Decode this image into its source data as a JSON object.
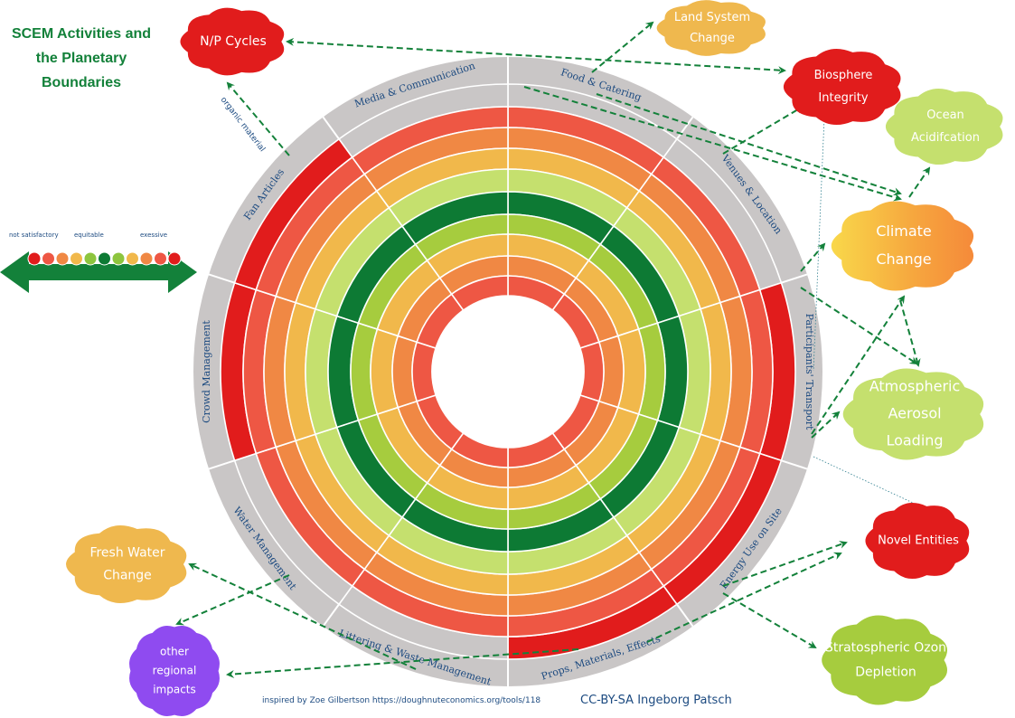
{
  "title_lines": [
    "SCEM Activities and",
    "the Planetary",
    "Boundaries"
  ],
  "legend": {
    "left": "not satisfactory",
    "mid": "equitable",
    "right": "exessive",
    "dots": [
      "#e11c1c",
      "#ee5744",
      "#f08844",
      "#f1b84b",
      "#8dc53e",
      "#0d7a34",
      "#8dc53e",
      "#f1b84b",
      "#f08844",
      "#ee5744",
      "#e11c1c"
    ]
  },
  "colors": {
    "ring_outer_grey": "#c9c6c6",
    "red": "#e11c1c",
    "red_orange": "#ee5744",
    "orange": "#f08844",
    "amber": "#f1b84b",
    "light_green": "#c5e06e",
    "yellow_green": "#a6cc3e",
    "dark_green": "#0d7a34",
    "arrow_green": "#13813a",
    "label_blue": "#1c4a80"
  },
  "ring_palette": [
    "#e11c1c",
    "#ee5744",
    "#f08844",
    "#f1b84b",
    "#c5e06e",
    "#0d7a34",
    "#a6cc3e",
    "#f1b84b",
    "#f08844",
    "#ee5744"
  ],
  "sectors": [
    {
      "label": "Food & Catering",
      "level": 9
    },
    {
      "label": "Venues & Location",
      "level": 9
    },
    {
      "label": "Participants' Transport",
      "level": 10
    },
    {
      "label": "Energy Use on Site",
      "level": 10
    },
    {
      "label": "Props, Materials, Effects",
      "level": 10
    },
    {
      "label": "Littering & Waste Management",
      "level": 9
    },
    {
      "label": "Water Management",
      "level": 9
    },
    {
      "label": "Crowd Management",
      "level": 10
    },
    {
      "label": "Fan Articles",
      "level": 10
    },
    {
      "label": "Media & Communication",
      "level": 9
    }
  ],
  "boundaries": [
    {
      "id": "np",
      "lines": [
        "N/P Cycles"
      ],
      "fill": "#e11c1c",
      "text": "#ffffff"
    },
    {
      "id": "land",
      "lines": [
        "Land System",
        "Change"
      ],
      "fill": "#efb84e",
      "text": "#ffffff"
    },
    {
      "id": "bio",
      "lines": [
        "Biosphere",
        "Integrity"
      ],
      "fill": "#e11c1c",
      "text": "#ffffff"
    },
    {
      "id": "ocean",
      "lines": [
        "Ocean",
        "Acidifcation"
      ],
      "fill": "#c5e06e",
      "text": "#ffffff"
    },
    {
      "id": "climate",
      "lines": [
        "Climate",
        "Change"
      ],
      "fill": "#f6a53e",
      "text": "#ffffff"
    },
    {
      "id": "aerosol",
      "lines": [
        "Atmospheric",
        "Aerosol",
        "Loading"
      ],
      "fill": "#c5e06e",
      "text": "#ffffff"
    },
    {
      "id": "novel",
      "lines": [
        "Novel Entities"
      ],
      "fill": "#e11c1c",
      "text": "#ffffff"
    },
    {
      "id": "ozone",
      "lines": [
        "Stratospheric Ozon",
        "Depletion"
      ],
      "fill": "#a6cc3e",
      "text": "#ffffff"
    },
    {
      "id": "fresh",
      "lines": [
        "Fresh Water",
        "Change"
      ],
      "fill": "#efb84e",
      "text": "#ffffff"
    },
    {
      "id": "regional",
      "lines": [
        "other",
        "regional",
        "impacts"
      ],
      "fill": "#8f4bf0",
      "text": "#ffffff"
    }
  ],
  "annotation": "organic material",
  "footer": {
    "inspired": "inspired by Zoe Gilbertson https://doughnuteconomics.org/tools/118",
    "license": "CC-BY-SA Ingeborg Patsch"
  }
}
